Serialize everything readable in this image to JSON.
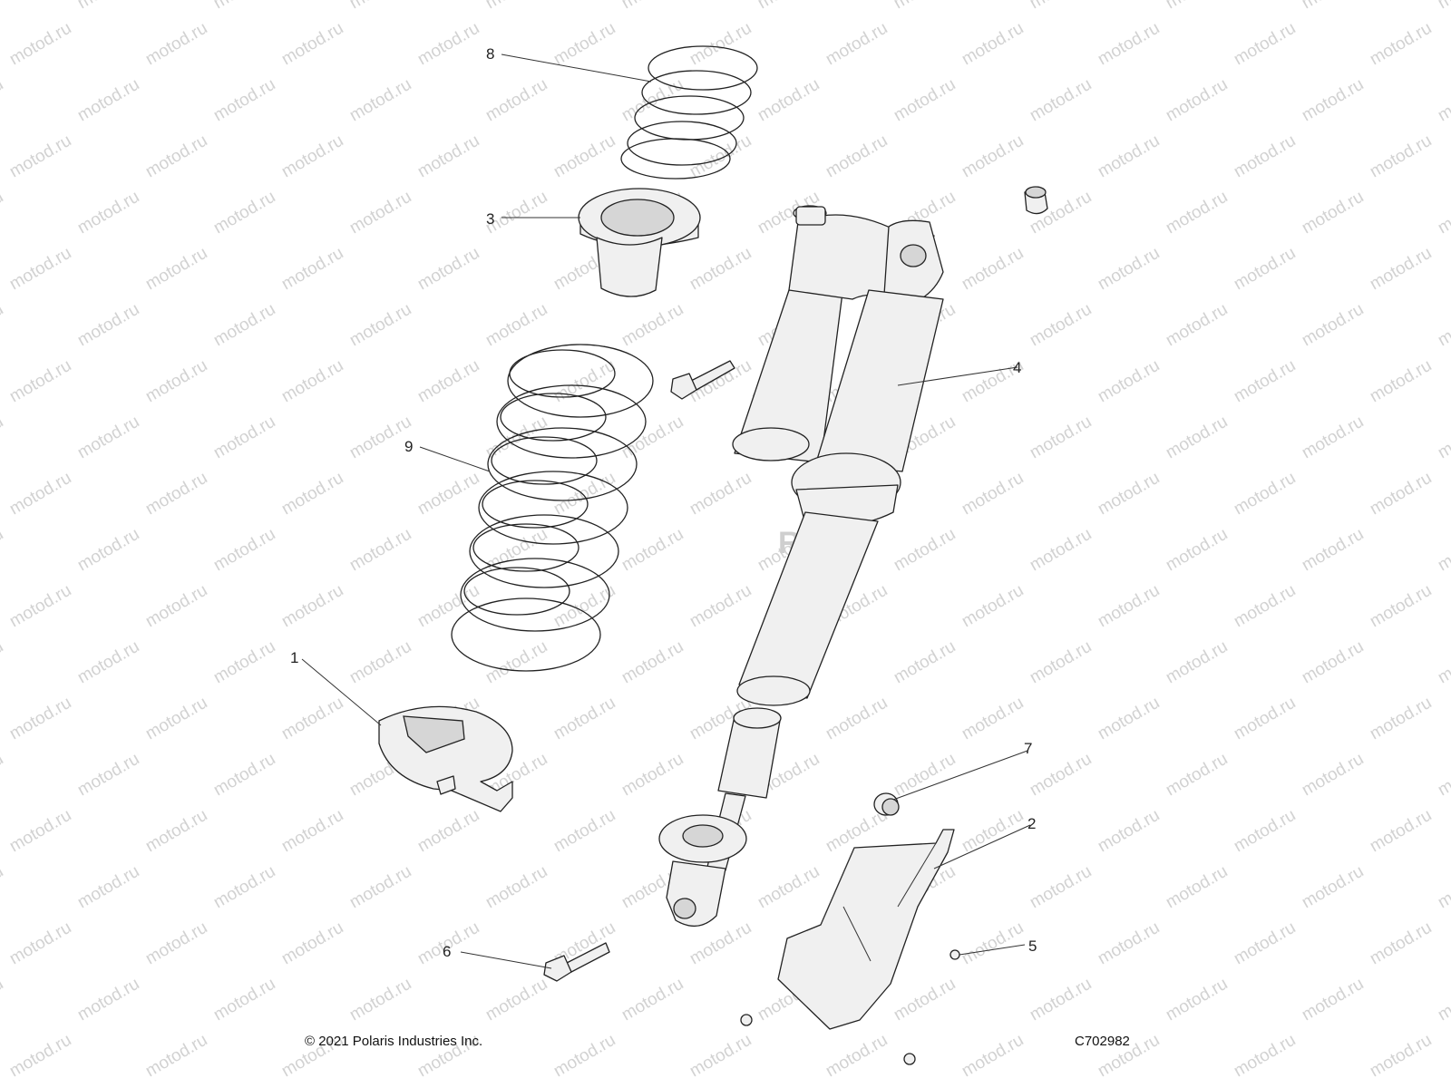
{
  "watermark": {
    "text": "motod.ru",
    "color": "#d2d2d2"
  },
  "footer": {
    "copyright": "© 2021 Polaris Industries Inc.",
    "code": "C702982"
  },
  "callouts": [
    {
      "id": "1",
      "label": "1"
    },
    {
      "id": "2",
      "label": "2"
    },
    {
      "id": "3",
      "label": "3"
    },
    {
      "id": "4",
      "label": "4"
    },
    {
      "id": "5",
      "label": "5"
    },
    {
      "id": "6",
      "label": "6"
    },
    {
      "id": "7",
      "label": "7"
    },
    {
      "id": "8",
      "label": "8"
    },
    {
      "id": "9",
      "label": "9"
    }
  ]
}
